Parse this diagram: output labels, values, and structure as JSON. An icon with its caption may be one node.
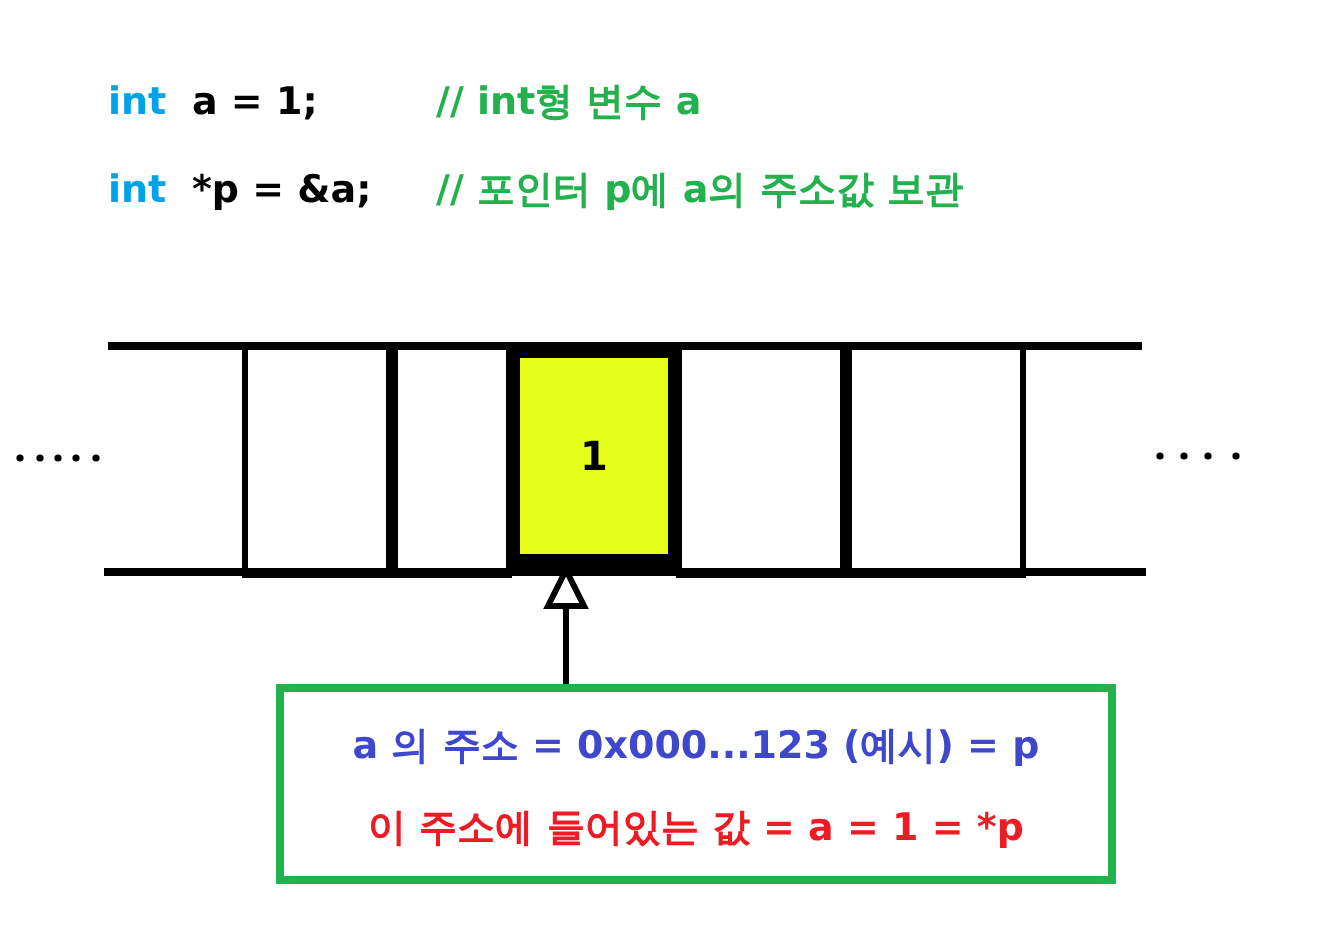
{
  "diagram": {
    "nodes": [
      {
        "text": [],
        "shape": "box"
      },
      {
        "text": [],
        "shape": "box"
      },
      {
        "text": [
          "1"
        ]
      },
      {
        "text": [],
        "shape": "box"
      },
      {
        "text": [],
        "shape": "box"
      },
      {
        "text": [
          "a 의 주소 = 0x000...123 (예시) = p",
          "이 주소에 들어있는 값 = a = 1 = *p"
        ]
      }
    ],
    "edges": [
      {
        "from": 5,
        "to": 2,
        "arrow": "to"
      }
    ],
    "labels": [
      "int",
      "a = 1;",
      "// int형 변수 a",
      "int",
      "*p = &a;",
      "// 포인터 p에 a의 주소값 보관"
    ]
  }
}
